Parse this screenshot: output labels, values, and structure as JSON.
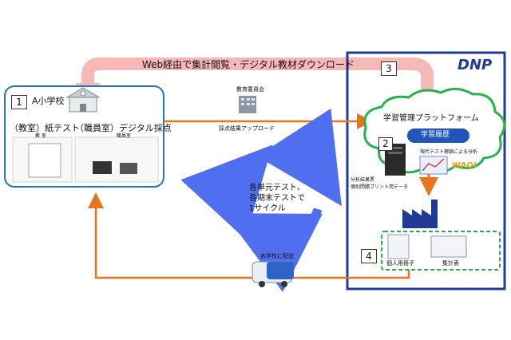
{
  "banner": {
    "text": "Web経由で集計閲覧・デジタル教材ダウンロード"
  },
  "school": {
    "step": "1",
    "name": "A小学校",
    "classroom_label": "（教室）紙テスト",
    "staffroom_label": "（職員室）デジタル採点",
    "classroom_small": "教 室",
    "staffroom_small": "職員室"
  },
  "board": {
    "name": "教育委員会"
  },
  "upload": {
    "label": "採点結果アップロード"
  },
  "cycle": {
    "line1": "各単元テスト、",
    "line2": "各期末テストで",
    "line3": "1サイクル"
  },
  "delivery": {
    "label": "各学校に配送"
  },
  "dnp": {
    "logo": "DNP",
    "platform": "学習管理プラットフォーム",
    "history": "学習履歴",
    "theory": "現代テスト理論による分析",
    "badge": "WAO!",
    "step2": "2",
    "step3": "3",
    "step4": "4",
    "analysis_line1": "分析結果票",
    "analysis_line2": "個別問題プリント用データ",
    "booklet": "個人用冊子",
    "summary": "集計表"
  },
  "colors": {
    "banner_arrow": "#f7b8b8",
    "orange_arrow": "#e8741d",
    "school_border": "#2b73b8",
    "dnp_border": "#1f3b96",
    "cloud_border": "#27b34a",
    "cycle_blue": "#4f6ff0",
    "history_pill": "#1f56b8"
  }
}
